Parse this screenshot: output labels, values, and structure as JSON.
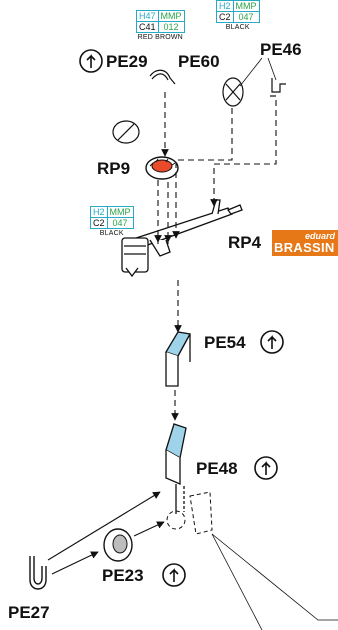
{
  "parts": {
    "pe29": "PE29",
    "pe60": "PE60",
    "pe46": "PE46",
    "rp9": "RP9",
    "rp4": "RP4",
    "pe54": "PE54",
    "pe48": "PE48",
    "pe23": "PE23",
    "pe27": "PE27"
  },
  "paint_boxes": {
    "top_left": {
      "code1": "H47",
      "brand1": "MMP",
      "code2": "C41",
      "num2": "012",
      "caption": "RED BROWN"
    },
    "top_right": {
      "code1": "H2",
      "brand1": "MMP",
      "code2": "C2",
      "num2": "047",
      "caption": "BLACK"
    },
    "middle": {
      "code1": "H2",
      "brand1": "MMP",
      "code2": "C2",
      "num2": "047",
      "caption": "BLACK"
    }
  },
  "brand": {
    "top": "eduard",
    "bottom": "BRASSIN"
  },
  "colors": {
    "paint_box": "#29a9c8",
    "brand_badge": "#e67817",
    "highlight": "#9fd3ea"
  },
  "icons": [
    "bend-arrow-icon"
  ]
}
